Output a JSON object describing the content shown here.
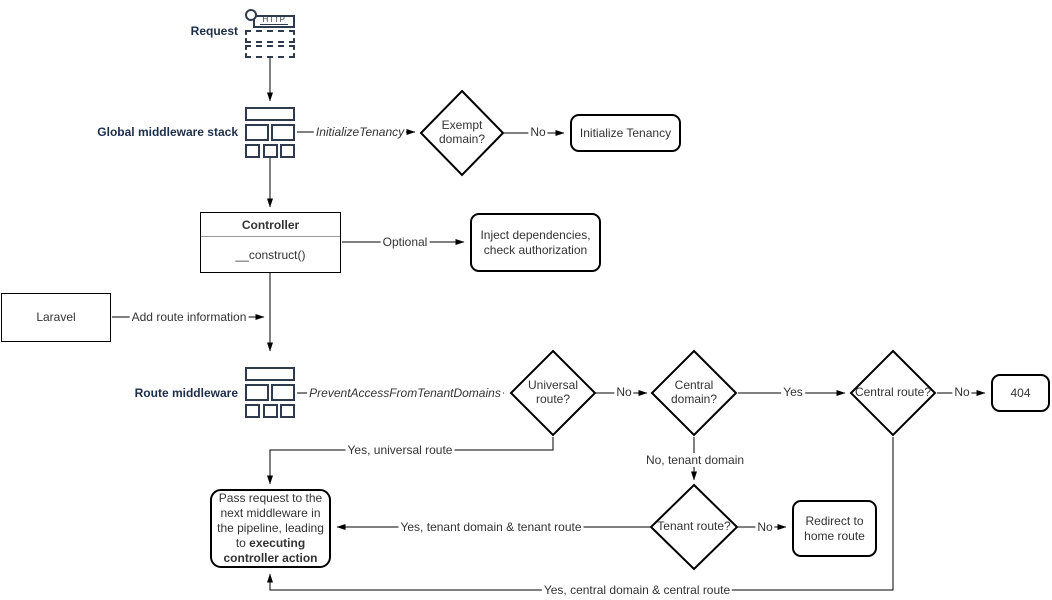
{
  "colors": {
    "line": "#000000",
    "node_text": "#333333",
    "icon_stroke": "#2e3b4f",
    "icon_label_color": "#1c2e4a"
  },
  "labels": {
    "request": "Request",
    "global_middleware": "Global middleware stack",
    "route_middleware": "Route middleware",
    "http": "HTTP"
  },
  "nodes": {
    "exempt_domain": "Exempt domain?",
    "initialize_tenancy": "Initialize Tenancy",
    "controller_title": "Controller",
    "controller_member": "__construct()",
    "inject_dependencies": "Inject dependencies, check authorization",
    "laravel": "Laravel",
    "universal_route": "Universal route?",
    "central_domain": "Central domain?",
    "central_route": "Central route?",
    "error_404": "404",
    "tenant_route": "Tenant route?",
    "redirect_home": "Redirect to home route",
    "pass_request_text": "Pass request to the next middleware in the pipeline, leading to ",
    "pass_request_bold": "executing controller action"
  },
  "edges": {
    "initialize_tenancy_mw": "InitializeTenancy",
    "exempt_no": "No",
    "optional": "Optional",
    "add_route_information": "Add route information",
    "prevent_access_mw": "PreventAccessFromTenantDomains",
    "universal_no": "No",
    "central_domain_yes": "Yes",
    "central_route_no": "No",
    "yes_universal_route": "Yes, universal route",
    "no_tenant_domain": "No, tenant domain",
    "yes_tenant_domain_route": "Yes, tenant domain & tenant route",
    "tenant_no": "No",
    "yes_central_domain_route": "Yes, central domain & central route"
  }
}
